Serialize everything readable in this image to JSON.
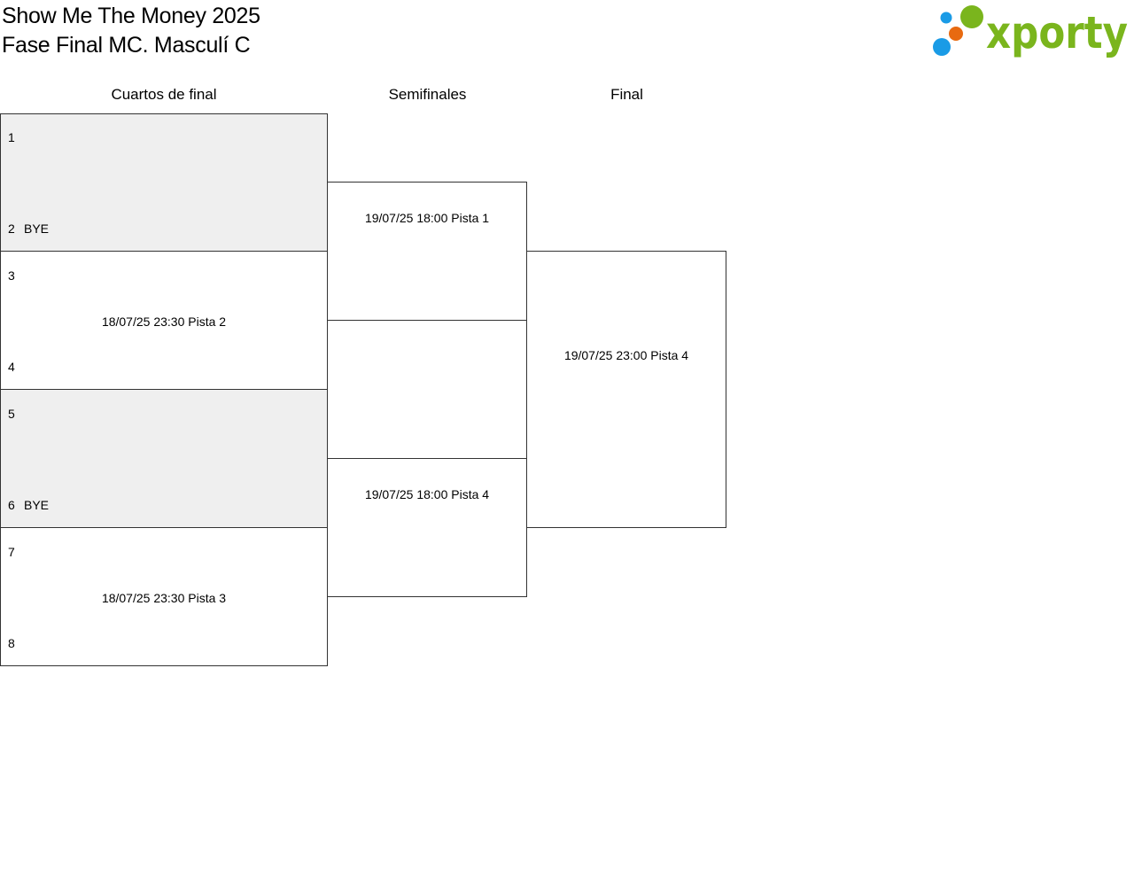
{
  "header": {
    "title": "Show Me The Money 2025",
    "subtitle": "Fase Final MC. Masculí C",
    "logo_text": "xporty",
    "logo_colors": {
      "green": "#7ab51d",
      "blue": "#1a9be6",
      "orange": "#e86a10"
    }
  },
  "rounds": [
    {
      "label": "Cuartos de final"
    },
    {
      "label": "Semifinales"
    },
    {
      "label": "Final"
    }
  ],
  "quarterfinals": [
    {
      "home_seed": "1",
      "home_name": "",
      "away_seed": "2",
      "away_name": "BYE",
      "info": "",
      "bye": true
    },
    {
      "home_seed": "3",
      "home_name": "",
      "away_seed": "4",
      "away_name": "",
      "info": "18/07/25 23:30 Pista 2",
      "bye": false
    },
    {
      "home_seed": "5",
      "home_name": "",
      "away_seed": "6",
      "away_name": "BYE",
      "info": "",
      "bye": true
    },
    {
      "home_seed": "7",
      "home_name": "",
      "away_seed": "8",
      "away_name": "",
      "info": "18/07/25 23:30 Pista 3",
      "bye": false
    }
  ],
  "semifinals": [
    {
      "info": "19/07/25 18:00 Pista 1"
    },
    {
      "info": "19/07/25 18:00 Pista 4"
    }
  ],
  "final": {
    "info": "19/07/25 23:00 Pista 4"
  }
}
